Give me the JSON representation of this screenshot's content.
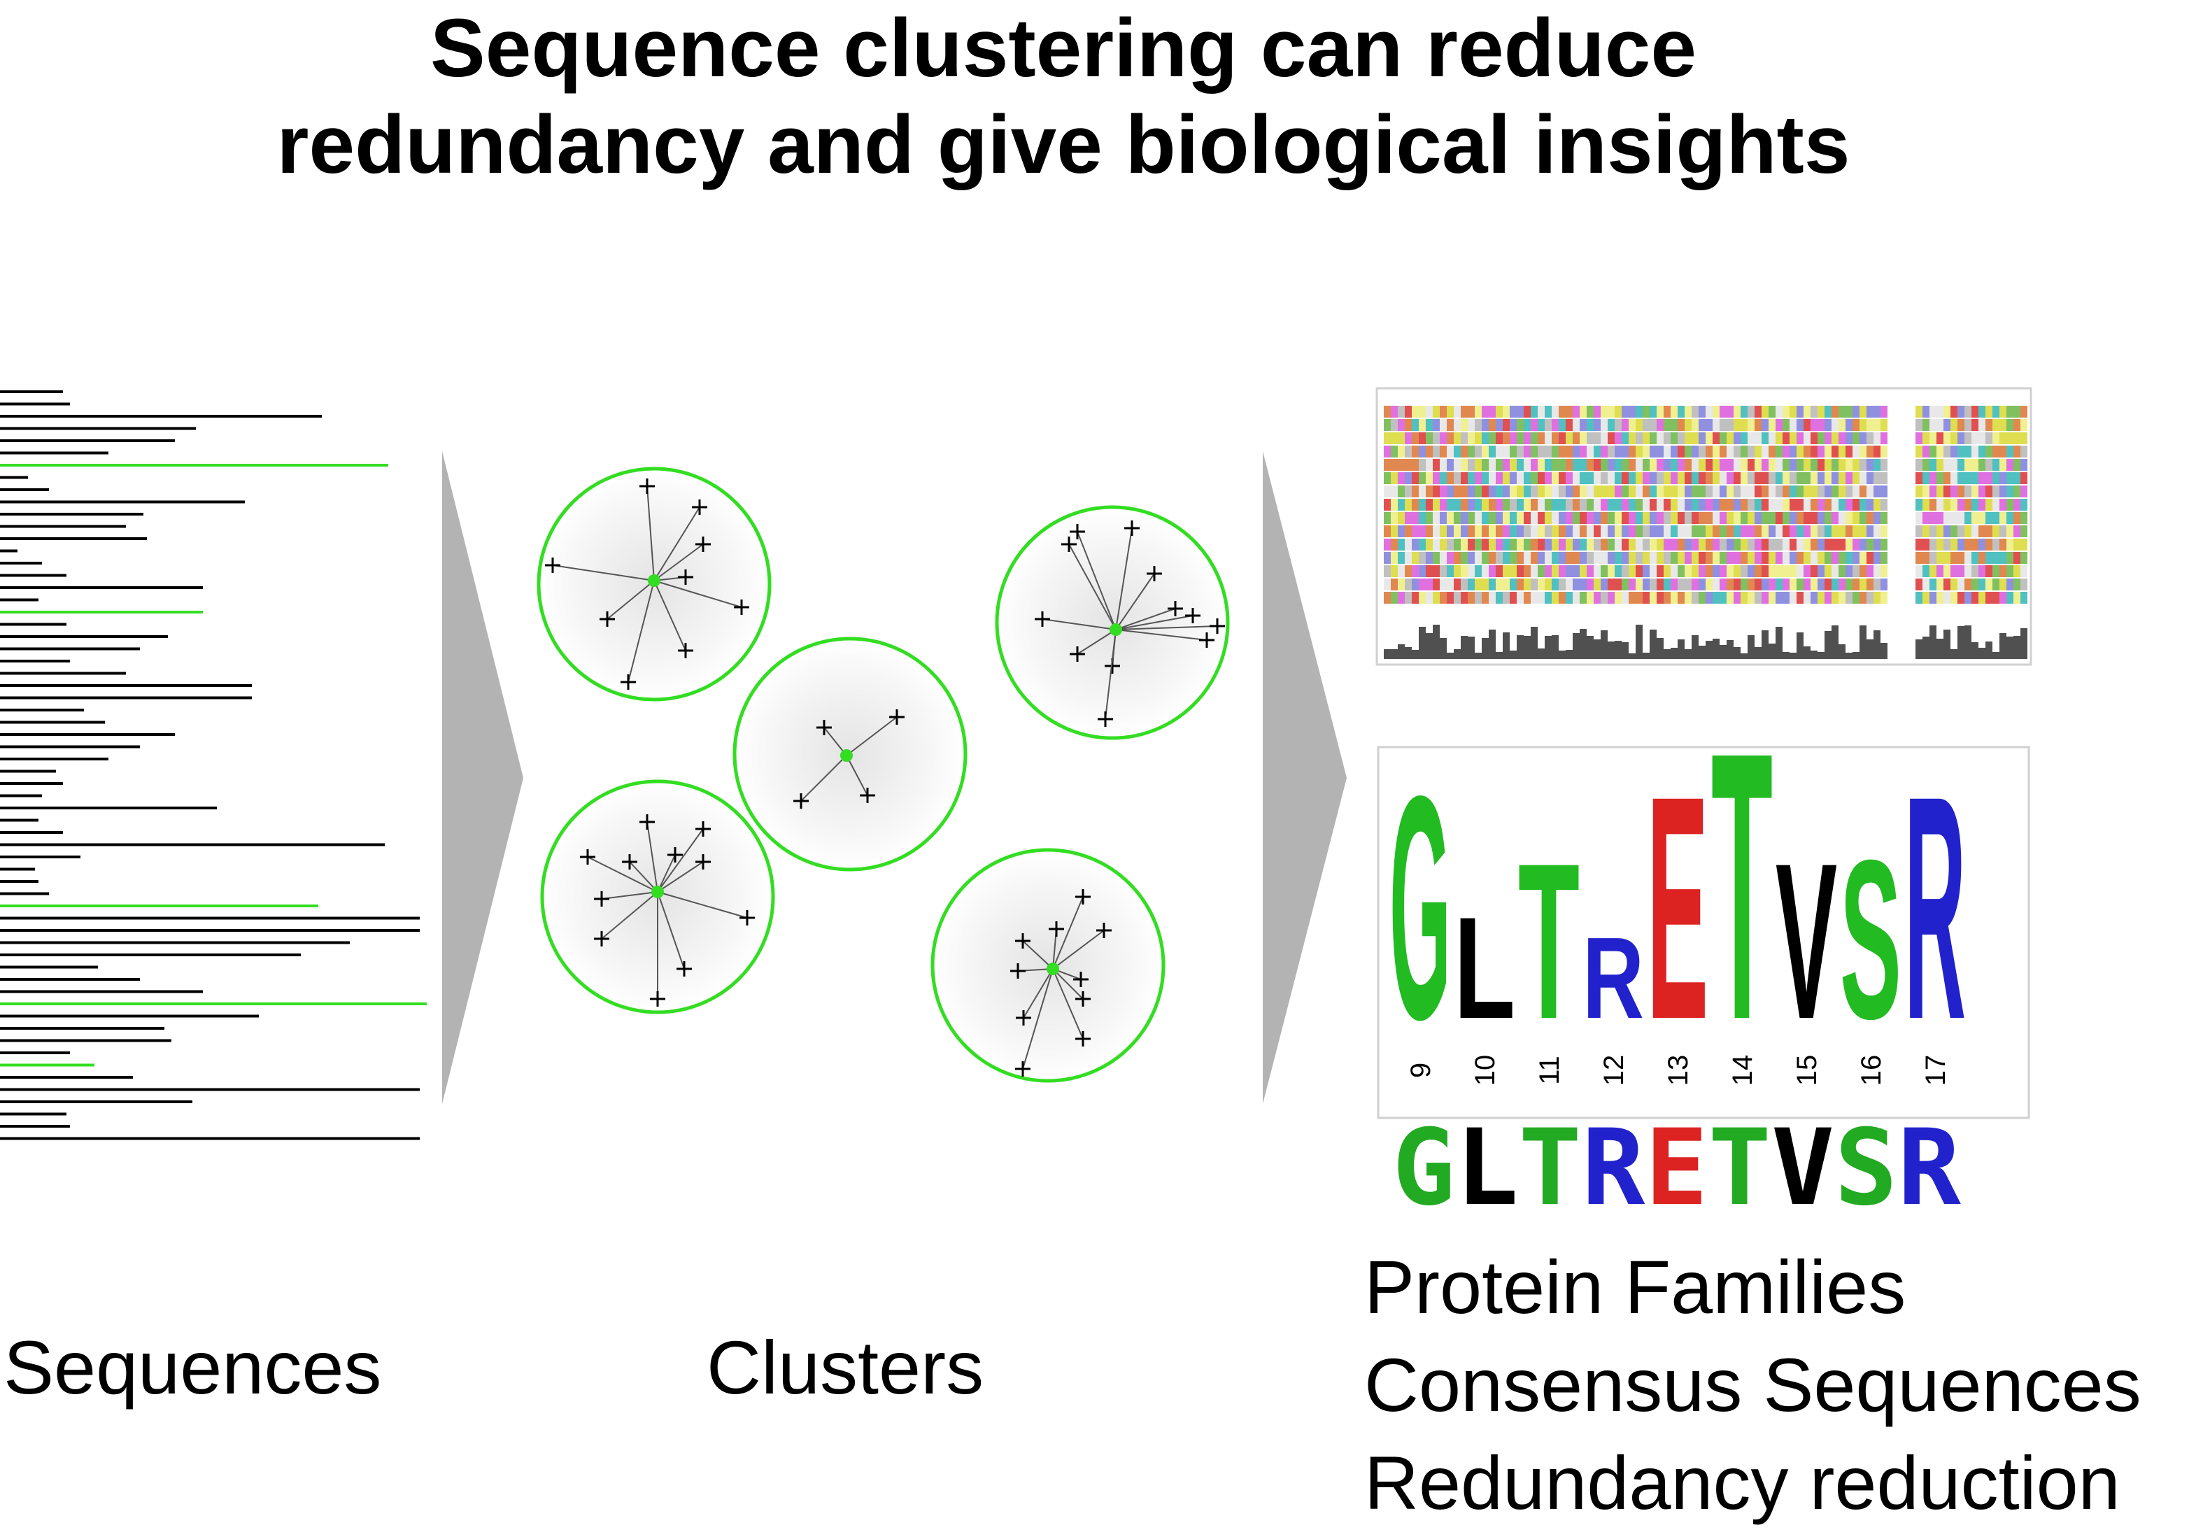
{
  "title": {
    "line1": "Sequence clustering can reduce",
    "line2": "redundancy and give biological insights"
  },
  "stages": {
    "sequences_label": "Sequences",
    "clusters_label": "Clusters"
  },
  "colors": {
    "sequence_line": "#000000",
    "highlight_line": "#33dd22",
    "arrow": "#b3b3b3",
    "cluster_ring": "#33dd22",
    "centroid": "#33dd22"
  },
  "logo": {
    "positions": [
      "9",
      "10",
      "11",
      "12",
      "13",
      "14",
      "15",
      "16",
      "17"
    ],
    "top_letters": [
      {
        "letter": "G",
        "color": "#22bb22"
      },
      {
        "letter": "L",
        "color": "#000000"
      },
      {
        "letter": "T",
        "color": "#22bb22"
      },
      {
        "letter": "R",
        "color": "#2222cc"
      },
      {
        "letter": "E",
        "color": "#dd2222"
      },
      {
        "letter": "T",
        "color": "#22bb22"
      },
      {
        "letter": "V",
        "color": "#000000"
      },
      {
        "letter": "S",
        "color": "#22bb22"
      },
      {
        "letter": "R",
        "color": "#2222cc"
      }
    ]
  },
  "consensus": {
    "letters": [
      {
        "letter": "G",
        "color": "#22aa22"
      },
      {
        "letter": "L",
        "color": "#000000"
      },
      {
        "letter": "T",
        "color": "#22aa22"
      },
      {
        "letter": "R",
        "color": "#2222cc"
      },
      {
        "letter": "E",
        "color": "#dd2222"
      },
      {
        "letter": "T",
        "color": "#22aa22"
      },
      {
        "letter": "V",
        "color": "#000000"
      },
      {
        "letter": "S",
        "color": "#22aa22"
      },
      {
        "letter": "R",
        "color": "#2222cc"
      }
    ]
  },
  "outcomes": [
    "Protein Families",
    "Consensus Sequences",
    "Redundancy reduction"
  ]
}
